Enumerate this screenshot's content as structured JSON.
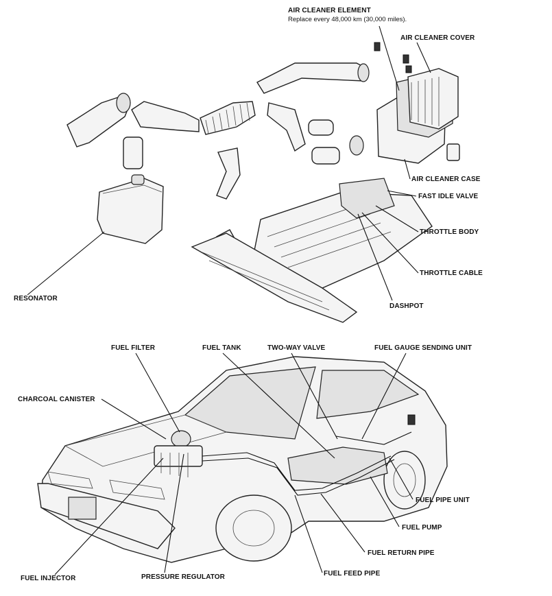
{
  "top_diagram": {
    "air_cleaner_element": {
      "label": "AIR CLEANER ELEMENT",
      "note": "Replace every 48,000 km (30,000 miles)."
    },
    "air_cleaner_cover": "AIR CLEANER COVER",
    "air_cleaner_case": "AIR CLEANER CASE",
    "fast_idle_valve": "FAST IDLE VALVE",
    "throttle_body": "THROTTLE BODY",
    "throttle_cable": "THROTTLE CABLE",
    "dashpot": "DASHPOT",
    "resonator": "RESONATOR"
  },
  "bottom_diagram": {
    "fuel_filter": "FUEL FILTER",
    "fuel_tank": "FUEL TANK",
    "two_way_valve": "TWO-WAY VALVE",
    "fuel_gauge_sending_unit": "FUEL GAUGE SENDING UNIT",
    "charcoal_canister": "CHARCOAL CANISTER",
    "fuel_pipe_unit": "FUEL PIPE UNIT",
    "fuel_pump": "FUEL PUMP",
    "fuel_return_pipe": "FUEL RETURN PIPE",
    "fuel_feed_pipe": "FUEL FEED PIPE",
    "fuel_injector": "FUEL INJECTOR",
    "pressure_regulator": "PRESSURE REGULATOR"
  }
}
